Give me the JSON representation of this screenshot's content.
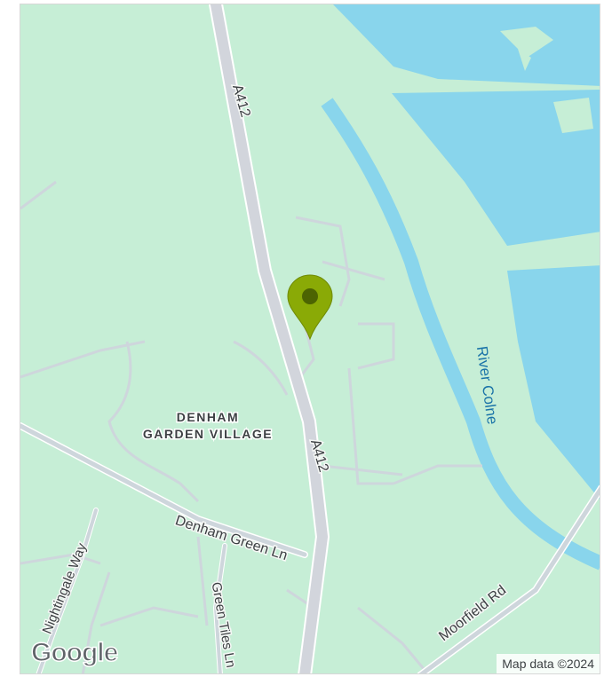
{
  "map": {
    "roads": {
      "a412_upper": "A412",
      "a412_lower": "A412",
      "denham_green_ln": "Denham Green Ln",
      "nightingale_way": "Nightingale Way",
      "green_tiles_ln": "Green Tiles Ln",
      "moorfield_rd": "Moorfield Rd"
    },
    "water": {
      "river_colne": "River Colne"
    },
    "places": {
      "denham_line1": "DENHAM",
      "denham_line2": "GARDEN VILLAGE"
    },
    "colors": {
      "land": "#c6eed6",
      "water": "#89d5ec",
      "main_road": "#d2d5dc",
      "minor_road": "#ced6dc",
      "marker": "#8aaa06",
      "marker_dot": "#4c6402"
    },
    "marker_icon": "map-pin-icon"
  },
  "attribution": {
    "logo": "Google",
    "text": "Map data ©2024"
  }
}
